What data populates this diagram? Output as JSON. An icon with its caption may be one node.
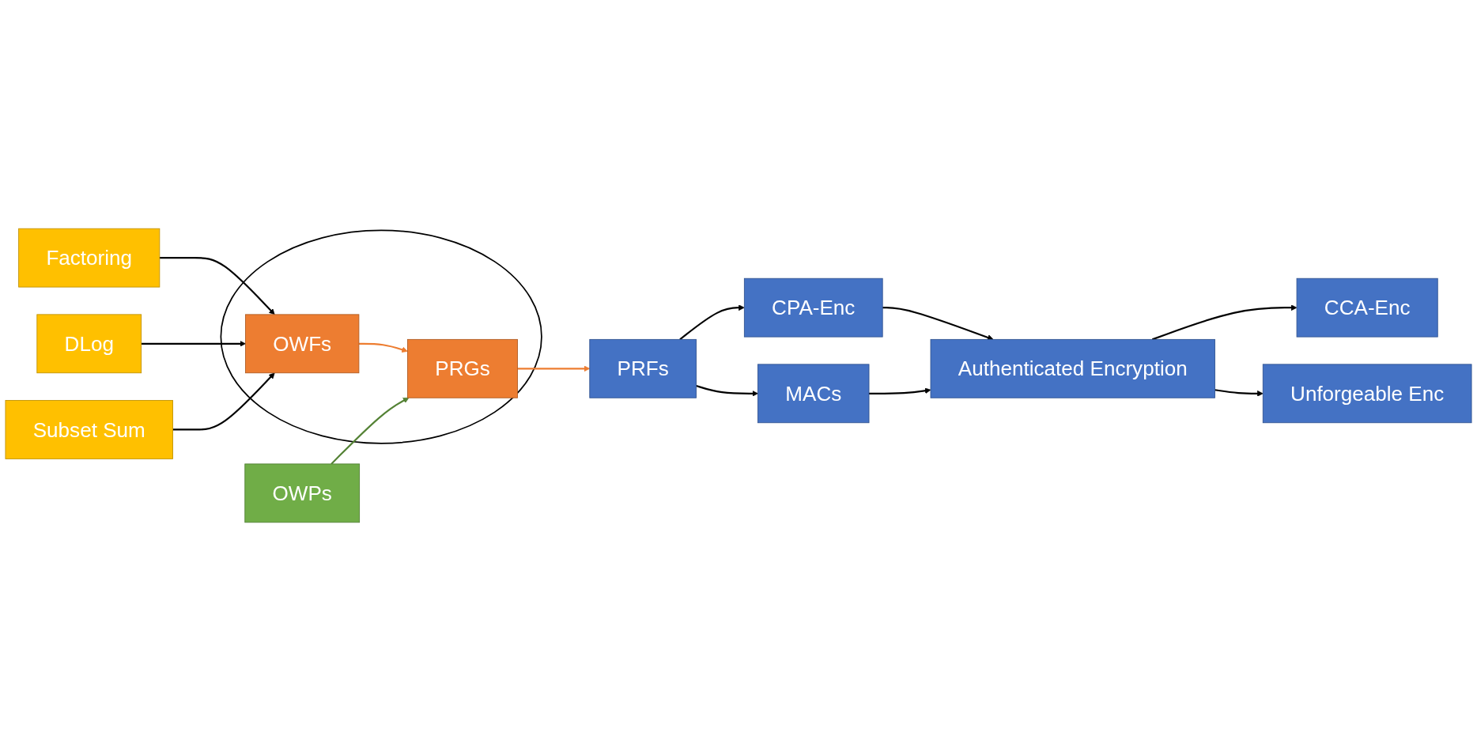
{
  "diagram": {
    "nodes": [
      {
        "text": [
          "Factoring"
        ]
      },
      {
        "text": [
          "DLog"
        ]
      },
      {
        "text": [
          "Subset Sum"
        ]
      },
      {
        "text": [],
        "shape": "circle"
      },
      {
        "text": [
          "OWFs"
        ],
        "in": 3
      },
      {
        "text": [
          "OWPs"
        ]
      },
      {
        "text": [
          "PRGs"
        ],
        "in": 3
      },
      {
        "text": [
          "CPA-Enc"
        ]
      },
      {
        "text": [
          "CCA-Enc"
        ]
      },
      {
        "text": [
          "PRFs"
        ]
      },
      {
        "text": [
          "Authenticated Encryption"
        ]
      },
      {
        "text": [
          "MACs"
        ]
      },
      {
        "text": [
          "Unforgeable Enc"
        ]
      }
    ],
    "edges": [
      {
        "from": 0,
        "to": 4,
        "arrow": "to"
      },
      {
        "from": 1,
        "to": 4,
        "arrow": "to"
      },
      {
        "from": 2,
        "to": 4,
        "arrow": "to"
      },
      {
        "from": 4,
        "to": 6,
        "arrow": "to",
        "color": "#ed7d31"
      },
      {
        "from": 5,
        "to": 6,
        "arrow": "to",
        "color": "#548235"
      },
      {
        "from": 6,
        "to": 9,
        "arrow": "to",
        "color": "#ed7d31"
      },
      {
        "from": 9,
        "to": 7,
        "arrow": "to"
      },
      {
        "from": 9,
        "to": 11,
        "arrow": "to"
      },
      {
        "from": 7,
        "to": 10,
        "arrow": "to"
      },
      {
        "from": 11,
        "to": 10,
        "arrow": "to"
      },
      {
        "from": 10,
        "to": 8,
        "arrow": "to"
      },
      {
        "from": 10,
        "to": 12,
        "arrow": "to"
      }
    ]
  }
}
